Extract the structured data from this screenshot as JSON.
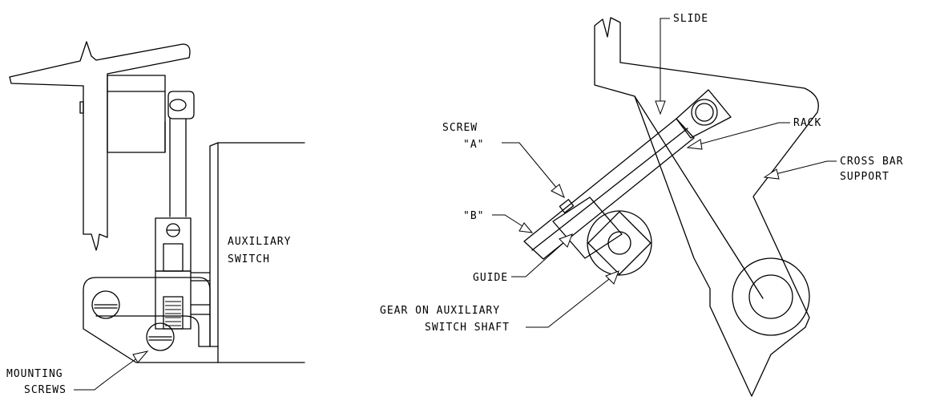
{
  "labels": {
    "auxiliary_switch": [
      "AUXILIARY",
      "SWITCH"
    ],
    "mounting_screws": [
      "MOUNTING",
      "SCREWS"
    ],
    "slide": "SLIDE",
    "screw_a": [
      "SCREW",
      "\"A\""
    ],
    "rack": "RACK",
    "cross_bar_support": [
      "CROSS BAR",
      "SUPPORT"
    ],
    "b": "\"B\"",
    "guide": "GUIDE",
    "gear": [
      "GEAR ON AUXILIARY",
      "SWITCH SHAFT"
    ]
  },
  "colors": {
    "line": "#000000",
    "background": "#ffffff"
  }
}
